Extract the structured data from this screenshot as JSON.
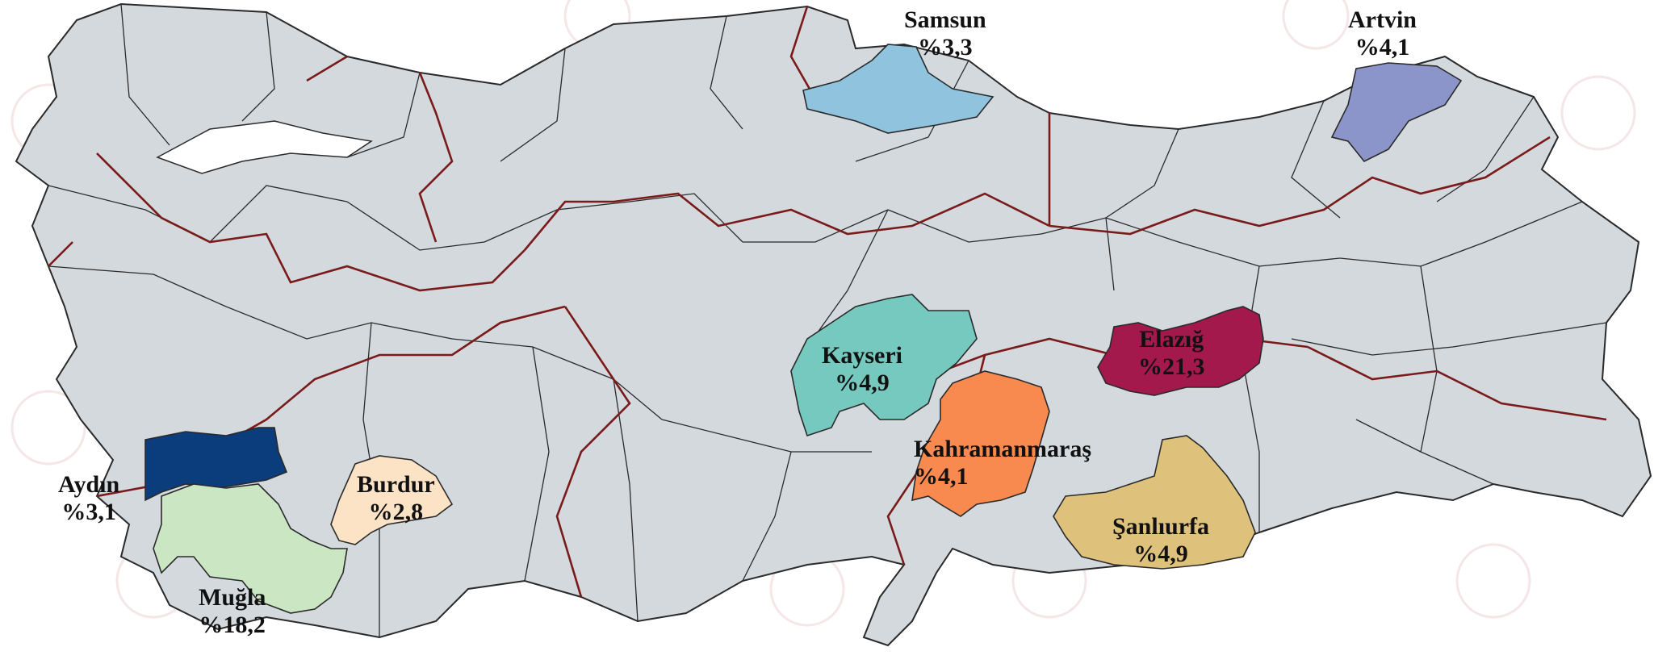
{
  "map": {
    "base_color": "#d4d9dd",
    "border_color": "#2a2a2a",
    "region_border_color": "#7a1a1a"
  },
  "provinces": [
    {
      "id": "samsun",
      "name": "Samsun",
      "value": "%3,3",
      "color": "#8fc3de"
    },
    {
      "id": "artvin",
      "name": "Artvin",
      "value": "%4,1",
      "color": "#8b95c9"
    },
    {
      "id": "kayseri",
      "name": "Kayseri",
      "value": "%4,9",
      "color": "#76c9bf"
    },
    {
      "id": "elazig",
      "name": "Elazığ",
      "value": "%21,3",
      "color": "#a3194b"
    },
    {
      "id": "kahramanmaras",
      "name": "Kahramanmaraş",
      "value": "%4,1",
      "color": "#f8894f"
    },
    {
      "id": "sanliurfa",
      "name": "Şanlıurfa",
      "value": "%4,9",
      "color": "#dec17b"
    },
    {
      "id": "aydin",
      "name": "Aydın",
      "value": "%3,1",
      "color": "#0b3c7c"
    },
    {
      "id": "burdur",
      "name": "Burdur",
      "value": "%2,8",
      "color": "#fde3c6"
    },
    {
      "id": "mugla",
      "name": "Muğla",
      "value": "%18,2",
      "color": "#cbe6c3"
    }
  ]
}
